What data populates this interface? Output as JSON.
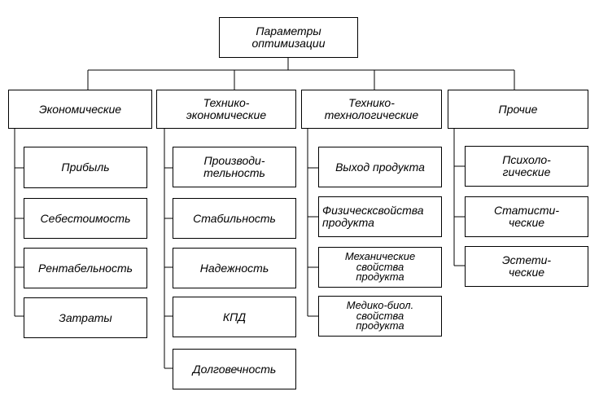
{
  "root": {
    "label": "Параметры\nоптимизации"
  },
  "categories": [
    {
      "label": "Экономические",
      "items": [
        "Прибыль",
        "Себестоимость",
        "Рентабельность",
        "Затраты"
      ]
    },
    {
      "label": "Технико-\nэкономические",
      "items": [
        "Производи-\nтельность",
        "Стабильность",
        "Надежность",
        "КПД",
        "Долговечность"
      ]
    },
    {
      "label": "Технико-\nтехнологические",
      "items": [
        "Выход продукта",
        "Физическсвойства\nпродукта",
        "Механические\nсвойства\nпродукта",
        "Медико-биол.\nсвойства\nпродукта"
      ]
    },
    {
      "label": "Прочие",
      "items": [
        "Психоло-\nгические",
        "Статисти-\nческие",
        "Эстети-\nческие"
      ]
    }
  ]
}
